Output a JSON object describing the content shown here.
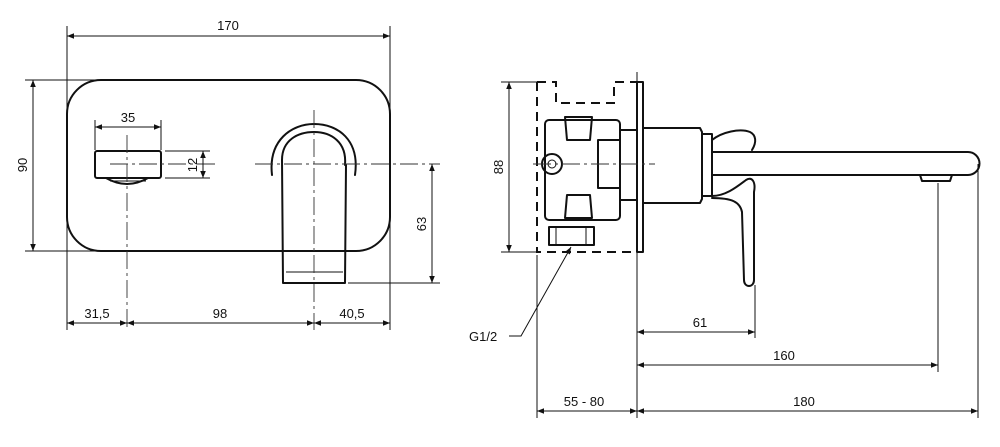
{
  "front_view": {
    "dims": {
      "width": "170",
      "height": "90",
      "spout_width": "35",
      "spout_height": "12",
      "lever_drop": "63",
      "left_offset": "31,5",
      "center_distance": "98",
      "right_offset": "40,5"
    }
  },
  "side_view": {
    "dims": {
      "body_height": "88",
      "handle_reach": "61",
      "spout_reach": "160",
      "projection": "180",
      "wall_depth": "55 - 80"
    },
    "connection_label": "G1/2"
  }
}
